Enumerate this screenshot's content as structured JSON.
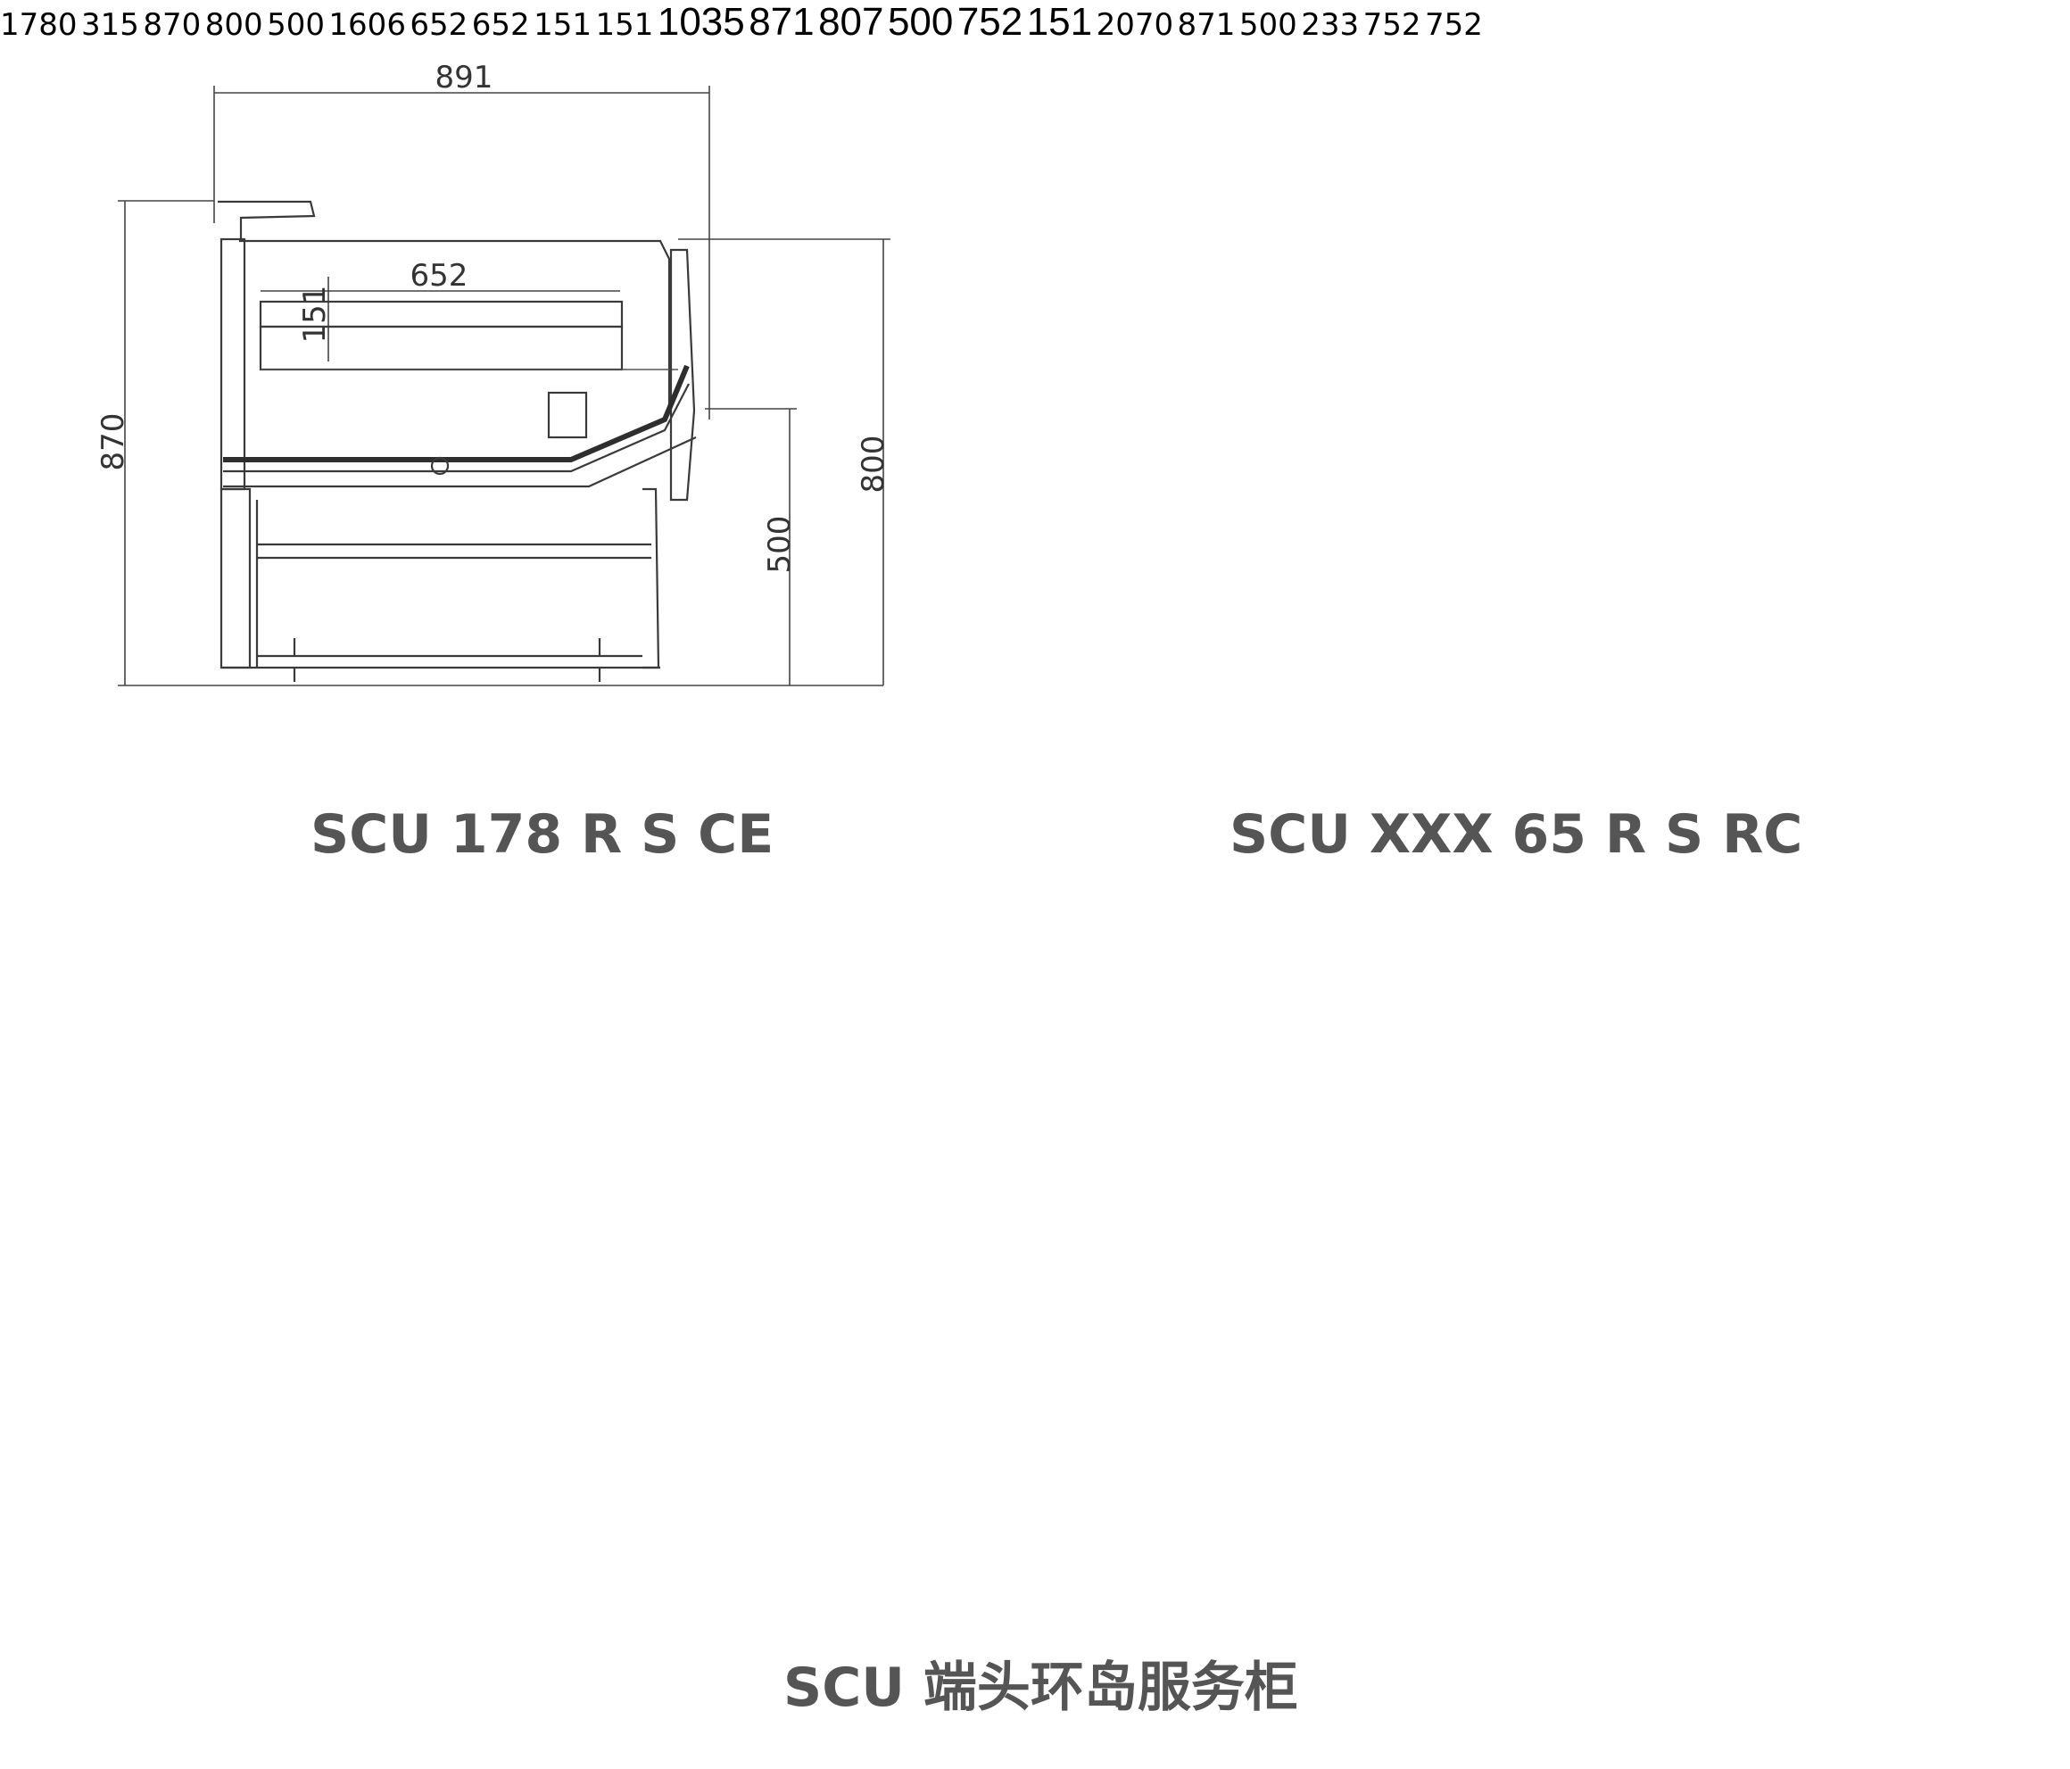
{
  "diagrams": [
    {
      "title": "SCU 178 R S CE",
      "dimensions": {
        "overall_width": "891",
        "overall_height": "870",
        "glass_height": "800",
        "counter_height": "500",
        "inner_width": "652",
        "shelf_height": "151"
      }
    },
    {
      "title": "SCU XXX 65 R S RC",
      "dimensions": {
        "overall_width": "1780",
        "top_width": "315",
        "overall_height": "870",
        "glass_height": "800",
        "counter_height": "500",
        "inner_width_left": "652",
        "inner_width_right": "652",
        "shelf_height_left": "151",
        "shelf_height_right": "151",
        "base_width": "1606"
      }
    },
    {
      "title": "",
      "dimensions": {
        "overall_width": "1035",
        "overall_height": "871",
        "glass_height": "807",
        "counter_height": "500",
        "inner_width": "752",
        "shelf_height": "151"
      }
    },
    {
      "title": "",
      "dimensions": {
        "overall_width": "2070",
        "overall_height": "871",
        "counter_height": "500",
        "inner_width_left": "752",
        "inner_width_right": "752",
        "base_height": "233"
      }
    }
  ],
  "caption": "SCU 端头环岛服务柜"
}
